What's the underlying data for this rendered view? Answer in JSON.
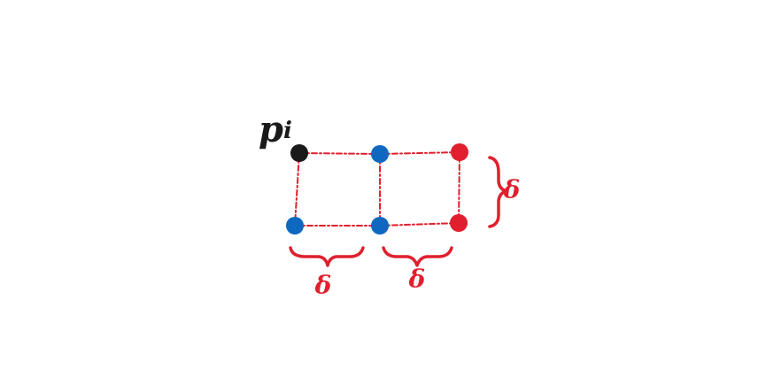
{
  "diagram": {
    "point_label": "p",
    "point_label_subscript": "i",
    "spacing_label_bottom_left": "δ",
    "spacing_label_bottom_right": "δ",
    "spacing_label_right": "δ",
    "colors": {
      "origin": "#1a1a1a",
      "blue": "#0f68c0",
      "red": "#e0202e",
      "grid_line": "#e0202e",
      "brace": "#e0202e",
      "label": "#1a1a1a"
    },
    "nodes": [
      {
        "name": "node-p-i",
        "row": 0,
        "col": 0,
        "color": "origin"
      },
      {
        "name": "node-blue-top-middle",
        "row": 0,
        "col": 1,
        "color": "blue"
      },
      {
        "name": "node-red-top-right",
        "row": 0,
        "col": 2,
        "color": "red"
      },
      {
        "name": "node-blue-bottom-left",
        "row": 1,
        "col": 0,
        "color": "blue"
      },
      {
        "name": "node-blue-bottom-middle",
        "row": 1,
        "col": 1,
        "color": "blue"
      },
      {
        "name": "node-red-bottom-right",
        "row": 1,
        "col": 2,
        "color": "red"
      }
    ]
  }
}
